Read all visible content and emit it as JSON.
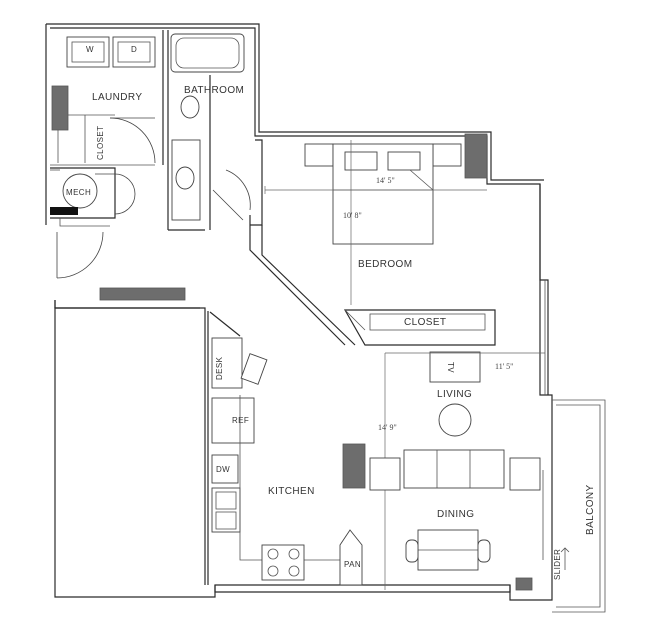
{
  "rooms": {
    "laundry": "LAUNDRY",
    "bathroom": "BATHROOM",
    "closet_small": "CLOSET",
    "mech": "MECH",
    "bedroom": "BEDROOM",
    "closet_bedroom": "CLOSET",
    "living": "LIVING",
    "kitchen": "KITCHEN",
    "dining": "DINING",
    "balcony": "BALCONY"
  },
  "fixtures": {
    "washer": "W",
    "dryer": "D",
    "desk": "DESK",
    "ref": "REF",
    "dw": "DW",
    "pan": "PAN",
    "tv": "TV",
    "slider": "SLIDER"
  },
  "dimensions": {
    "bedroom_width": "14' 5\"",
    "bedroom_depth": "10' 8\"",
    "living_width": "11' 5\"",
    "living_depth": "14' 9\""
  }
}
